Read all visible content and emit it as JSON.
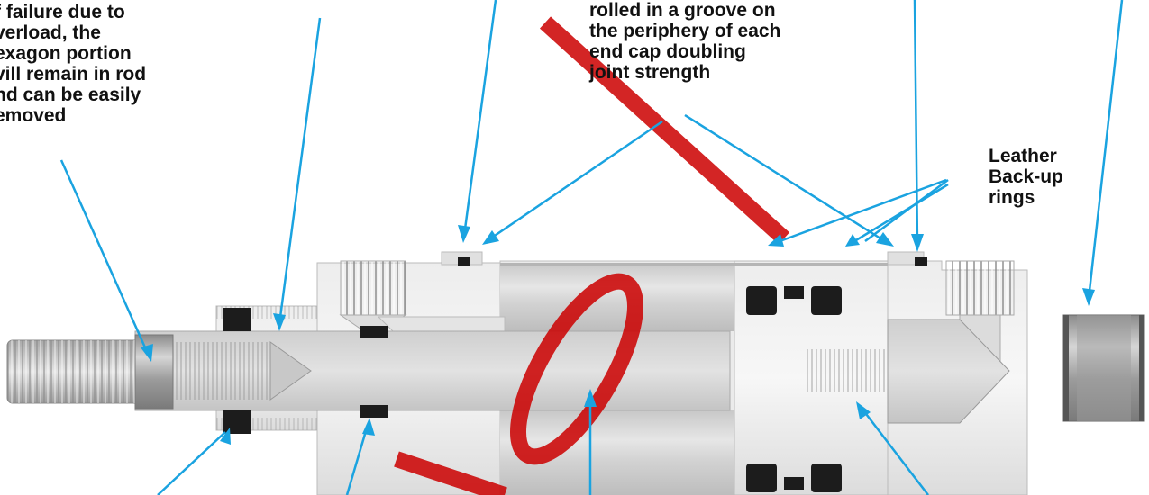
{
  "callouts": {
    "failure": [
      "f failure due to",
      "verload, the",
      "exagon portion",
      "vill remain in rod",
      "nd can be easily",
      "emoved"
    ],
    "groove": [
      "rolled in a groove on",
      "the  periphery of each",
      "end cap doubling",
      "joint strength"
    ],
    "leather": [
      "Leather",
      "Back-up",
      "rings"
    ]
  },
  "colors": {
    "leader": "#1aa3e0",
    "seal": "#1c1c1c",
    "body_light": "#e6e6e6",
    "body_mid": "#cfcfcf",
    "watermark": "#cc0000"
  }
}
